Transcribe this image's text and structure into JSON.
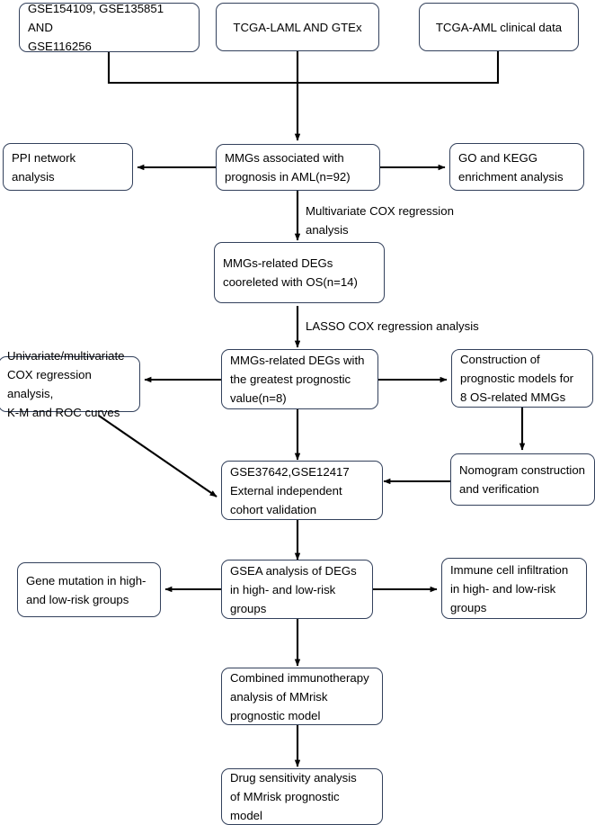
{
  "diagram": {
    "title": "AML MMGs prognostic model study workflow",
    "style": {
      "box_border": "#33415c",
      "line": "#000000",
      "background": "#ffffff"
    },
    "nodes": {
      "gse_datasets": {
        "label": "GSE154109, GSE135851 AND\nGSE116256"
      },
      "tcga_laml_gtex": {
        "label": "TCGA-LAML AND GTEx"
      },
      "tcga_aml_clinical": {
        "label": "TCGA-AML clinical data"
      },
      "ppi_network": {
        "label": "PPI network\nanalysis"
      },
      "mmgs_prognosis": {
        "label": "MMGs associated with\nprognosis in AML(n=92)"
      },
      "go_kegg": {
        "label": "GO and KEGG\nenrichment analysis"
      },
      "mmgs_degs_os": {
        "label": "MMGs-related DEGs\ncooreleted with OS(n=14)"
      },
      "univariate_cox": {
        "label": "Univariate/multivariate\nCOX regression analysis,\nK-M and ROC curves"
      },
      "mmgs_degs_best": {
        "label": "MMGs-related DEGs with\nthe greatest prognostic\nvalue(n=8)"
      },
      "construction_models": {
        "label": "Construction of\nprognostic models for\n8 OS-related MMGs"
      },
      "external_validation": {
        "label": "GSE37642,GSE12417\nExternal independent\ncohort validation"
      },
      "nomogram": {
        "label": "Nomogram construction\nand verification"
      },
      "gene_mutation": {
        "label": "Gene mutation in high-\nand low-risk groups"
      },
      "gsea_analysis": {
        "label": "GSEA analysis of DEGs\nin high- and low-risk\ngroups"
      },
      "immune_infiltration": {
        "label": "Immune cell infiltration\nin high- and low-risk\ngroups"
      },
      "combined_immunotherapy": {
        "label": "Combined immunotherapy\nanalysis of MMrisk\nprognostic model"
      },
      "drug_sensitivity": {
        "label": "Drug sensitivity analysis\nof MMrisk prognostic\nmodel"
      }
    },
    "edge_labels": {
      "multivariate_cox": "Multivariate COX regression\nanalysis",
      "lasso_cox": "LASSO COX regression analysis"
    }
  }
}
